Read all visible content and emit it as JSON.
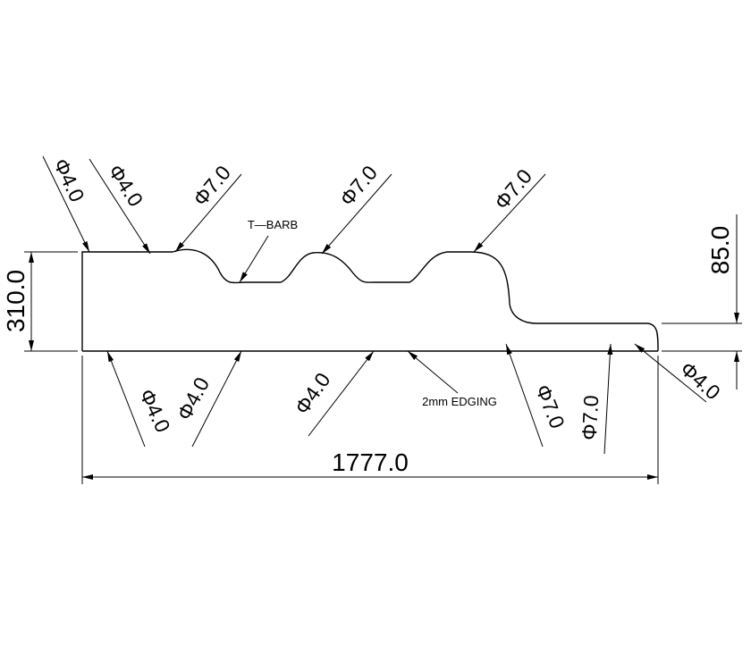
{
  "drawing": {
    "overall_length": "1777.0",
    "height": "310.0",
    "step_height": "85.0",
    "note_tbarb": "T—BARB",
    "note_edging": "2mm EDGING",
    "top_leaders": [
      "Φ4.0",
      "Φ4.0",
      "Φ7.0",
      "Φ7.0",
      "Φ7.0"
    ],
    "bottom_leaders": [
      "Φ4.0",
      "Φ4.0",
      "Φ4.0",
      "Φ7.0",
      "Φ7.0",
      "Φ4.0"
    ]
  }
}
